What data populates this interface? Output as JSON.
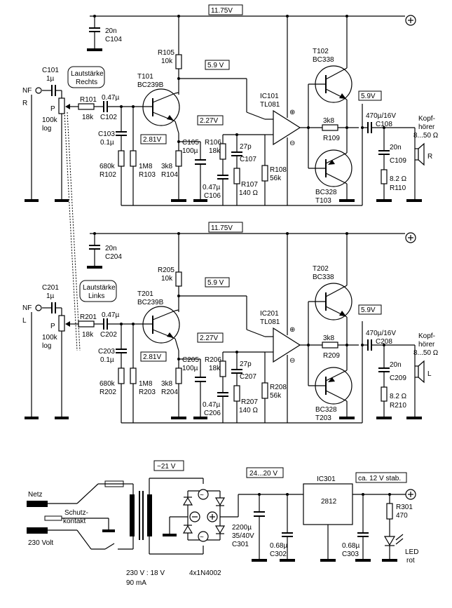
{
  "channel_r": {
    "rail_voltage": "11.75V",
    "volume_label_1": "Lautstärke",
    "volume_label_2": "Rechts",
    "input_ref": "C101",
    "input_cap": "1µ",
    "nf_label": "NF",
    "channel_letter": "R",
    "pot_p": "P",
    "pot_value": "100k",
    "pot_taper": "log",
    "r_in_ref": "R101",
    "r_in_val": "18k",
    "c_coupling_val": "0.47µ",
    "c_coupling_ref": "C102",
    "c_filter_val": "20n",
    "c_filter_ref": "C104",
    "r_collector_ref": "R105",
    "r_collector_val": "10k",
    "collector_voltage": "5.9 V",
    "transistor_ref": "T101",
    "transistor_type": "BC239B",
    "base_voltage": "2.81V",
    "emitter_voltage": "2.27V",
    "c_base_ref": "C103",
    "c_base_val": "0.1µ",
    "r_bias1_val": "680k",
    "r_bias1_ref": "R102",
    "r_bias2_val": "1M8",
    "r_bias2_ref": "R103",
    "r_emitter_val": "3k8",
    "r_emitter_ref": "R104",
    "c_emitter_ref": "C105",
    "c_emitter_val": "100µ",
    "r_fb_ref": "R106",
    "r_fb_val": "18k",
    "c_fb_val": "27p",
    "c_fb_ref": "C107",
    "c_dc_val": "0.47µ",
    "c_dc_ref": "C106",
    "r_gain_ref": "R107",
    "r_gain_val": "140 Ω",
    "r_bias3_ref": "R108",
    "r_bias3_val": "56k",
    "opamp_ref": "IC101",
    "opamp_type": "TL081",
    "plus_sign": "⊕",
    "minus_sign": "⊖",
    "npn_ref": "T102",
    "npn_type": "BC338",
    "pnp_type": "BC328",
    "pnp_ref": "T103",
    "r_out_val": "3k8",
    "r_out_ref": "R109",
    "out_voltage": "5.9V",
    "c_out_val": "470µ/16V",
    "c_out_ref": "C108",
    "c_zobel_val": "20n",
    "c_zobel_ref": "C109",
    "r_zobel_val": "8.2 Ω",
    "r_zobel_ref": "R110",
    "phones_1": "Kopf-",
    "phones_2": "hörer",
    "phones_imp": "8...50 Ω",
    "phones_letter": "R"
  },
  "channel_l": {
    "rail_voltage": "11.75V",
    "volume_label_1": "Lautstärke",
    "volume_label_2": "Links",
    "input_ref": "C201",
    "input_cap": "1µ",
    "nf_label": "NF",
    "channel_letter": "L",
    "pot_p": "P",
    "pot_value": "100k",
    "pot_taper": "log",
    "r_in_ref": "R201",
    "r_in_val": "18k",
    "c_coupling_val": "0.47µ",
    "c_coupling_ref": "C202",
    "c_filter_val": "20n",
    "c_filter_ref": "C204",
    "r_collector_ref": "R205",
    "r_collector_val": "10k",
    "collector_voltage": "5.9 V",
    "transistor_ref": "T201",
    "transistor_type": "BC239B",
    "base_voltage": "2.81V",
    "emitter_voltage": "2.27V",
    "c_base_ref": "C203",
    "c_base_val": "0.1µ",
    "r_bias1_val": "680k",
    "r_bias1_ref": "R202",
    "r_bias2_val": "1M8",
    "r_bias2_ref": "R203",
    "r_emitter_val": "3k8",
    "r_emitter_ref": "R204",
    "c_emitter_ref": "C205",
    "c_emitter_val": "100µ",
    "r_fb_ref": "R206",
    "r_fb_val": "18k",
    "c_fb_val": "27p",
    "c_fb_ref": "C207",
    "c_dc_val": "0.47µ",
    "c_dc_ref": "C206",
    "r_gain_ref": "R207",
    "r_gain_val": "140 Ω",
    "r_bias3_ref": "R208",
    "r_bias3_val": "56k",
    "opamp_ref": "IC201",
    "opamp_type": "TL081",
    "plus_sign": "⊕",
    "minus_sign": "⊖",
    "npn_ref": "T202",
    "npn_type": "BC338",
    "pnp_type": "BC328",
    "pnp_ref": "T203",
    "r_out_val": "3k8",
    "r_out_ref": "R209",
    "out_voltage": "5.9V",
    "c_out_val": "470µ/16V",
    "c_out_ref": "C208",
    "c_zobel_val": "20n",
    "c_zobel_ref": "C209",
    "r_zobel_val": "8.2 Ω",
    "r_zobel_ref": "R210",
    "phones_1": "Kopf-",
    "phones_2": "hörer",
    "phones_imp": "8...50 Ω",
    "phones_letter": "L"
  },
  "supply": {
    "mains_label": "Netz",
    "earth_1": "Schutz-",
    "earth_2": "kontakt",
    "volt_label": "230 Volt",
    "secondary_voltage": "~21 V",
    "dc_voltage": "24...20 V",
    "regulated_voltage": "ca. 12 V stab.",
    "regulator_ref": "IC301",
    "regulator_type": "2812",
    "transformer_ratio": "230 V : 18 V",
    "transformer_current": "90 mA",
    "bridge_diodes": "4x1N4002",
    "c_bulk_val": "2200µ",
    "c_bulk_rating": "35/40V",
    "c_bulk_ref": "C301",
    "c_in_val": "0.68µ",
    "c_in_ref": "C302",
    "c_reg_val": "0.68µ",
    "c_reg_ref": "C303",
    "r_led_ref": "R301",
    "r_led_val": "470",
    "led_label": "LED",
    "led_color": "rot",
    "plus_sign": "⊕",
    "minus_sign": "⊖",
    "ac_sign_1": "~",
    "ac_sign_2": "~"
  }
}
